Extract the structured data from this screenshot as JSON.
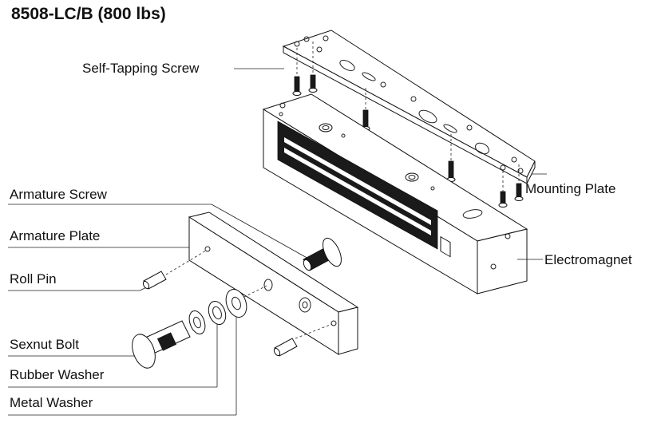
{
  "title": "8508-LC/B (800 lbs)",
  "labels": {
    "self_tapping_screw": "Self-Tapping Screw",
    "armature_screw": "Armature Screw",
    "armature_plate": "Armature Plate",
    "roll_pin": "Roll Pin",
    "sexnut_bolt": "Sexnut Bolt",
    "rubber_washer": "Rubber Washer",
    "metal_washer": "Metal Washer",
    "mounting_plate": "Mounting Plate",
    "electromagnet": "Electromagnet"
  }
}
